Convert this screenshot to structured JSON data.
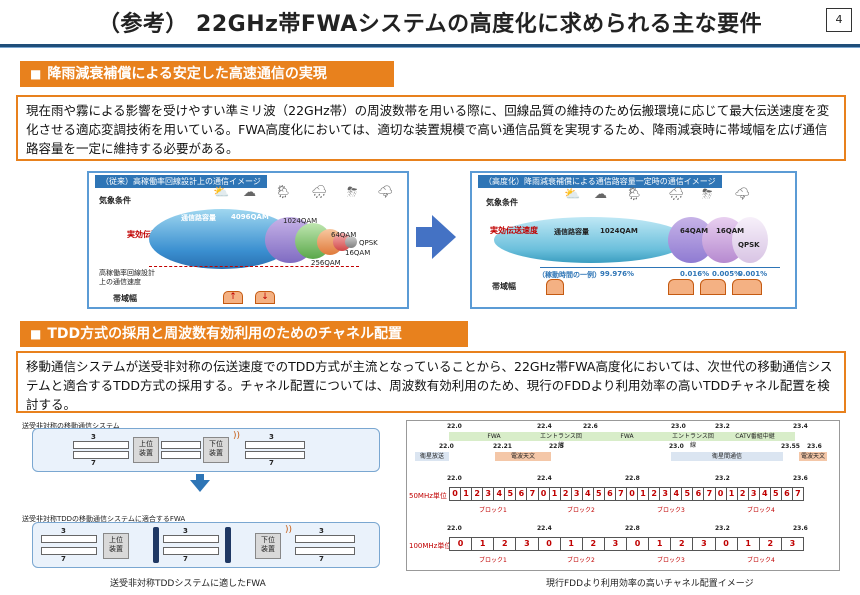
{
  "page": {
    "title": "（参考） 22GHz帯FWAシステムの高度化に求められる主な要件",
    "page_number": "4"
  },
  "section1": {
    "marker": "■",
    "heading": "降雨減衰補償による安定した高速通信の実現",
    "body": "現在雨や霧による影響を受けやすい準ミリ波（22GHz帯）の周波数帯を用いる際に、回線品質の維持のため伝搬環境に応じて最大伝送速度を変化させる適応変調技術を用いている。FWA高度化においては、適切な装置規模で高い通信品質を実現するため、降雨減衰時に帯域幅を広げ通信路容量を一定に維持する必要がある。"
  },
  "left_diagram": {
    "title": "（従来）高稼働率回線設計上の通信イメージ",
    "weather": "気象条件",
    "speed": "実効伝送速度",
    "capacity": "通信路容量",
    "mod1": "4096QAM",
    "mod2": "1024QAM",
    "mod3": "256QAM",
    "mod4": "64QAM",
    "mod5": "16QAM",
    "mod6": "QPSK",
    "design_note": "高稼働率回線設計上の通信速度",
    "bandwidth": "帯域幅"
  },
  "right_diagram": {
    "title": "（高度化）降雨減衰補償による通信路容量一定時の通信イメージ",
    "weather": "気象条件",
    "speed": "実効伝送速度",
    "capacity": "通信路容量",
    "mod1": "1024QAM",
    "mod2": "64QAM",
    "mod3": "16QAM",
    "mod4": "QPSK",
    "ratio_label": "（稼動時間の一例）",
    "p1": "99.976%",
    "p2": "0.016%",
    "p3": "0.005%",
    "p4": "0.001%",
    "bandwidth": "帯域幅"
  },
  "section2": {
    "marker": "■",
    "heading": "TDD方式の採用と周波数有効利用のためのチャネル配置",
    "body": "移動通信システムが送受非対称の伝送速度でのTDD方式が主流となっていることから、22GHz帯FWA高度化においては、次世代の移動通信システムと適合するTDD方式の採用する。チャネル配置については、周波数有効利用のため、現行のFDDより利用効率の高いTDDチャネル配置を検討する。"
  },
  "fwa_diagram": {
    "top_label": "送受非対称の移動通信システム",
    "bottom_label": "送受非対称TDDの移動通信システムに適合するFWA",
    "upper": "上位\n装置",
    "lower": "下位\n装置",
    "n3": "3",
    "n7": "7",
    "caption": "送受非対称TDDシステムに適したFWA"
  },
  "channel_diagram": {
    "caption": "現行FDDより利用効率の高いチャネル配置イメージ",
    "unit50": "50MHz単位",
    "unit100": "100MHz単位",
    "ticks": [
      "22.0",
      "22.4",
      "22.8",
      "23.2",
      "23.6"
    ],
    "top_ticks": [
      "22.0",
      "22.4",
      "22.6",
      "23.0",
      "23.2",
      "23.4"
    ],
    "mid_ticks": [
      "22.0",
      "22.21",
      "22.5",
      "23.0",
      "23.55",
      "23.6"
    ],
    "bands_top": [
      "FWA",
      "エントランス回線",
      "FWA",
      "エントランス回線",
      "CATV番組中継"
    ],
    "bands_mid": [
      "衛星放送",
      "電波天文",
      "衛星間通信",
      "電波天文"
    ],
    "row50": [
      "0",
      "1",
      "2",
      "3",
      "4",
      "5",
      "6",
      "7",
      "0",
      "1",
      "2",
      "3",
      "4",
      "5",
      "6",
      "7",
      "0",
      "1",
      "2",
      "3",
      "4",
      "5",
      "6",
      "7",
      "0",
      "1",
      "2",
      "3",
      "4",
      "5",
      "6",
      "7"
    ],
    "row100": [
      "0",
      "1",
      "2",
      "3",
      "0",
      "1",
      "2",
      "3",
      "0",
      "1",
      "2",
      "3",
      "0",
      "1",
      "2",
      "3"
    ],
    "blocks": [
      "ブロック1",
      "ブロック2",
      "ブロック3",
      "ブロック4"
    ]
  },
  "colors": {
    "accent": "#e8811d",
    "navy": "#1f4e79",
    "panel_border": "#5b9bd5",
    "arrow": "#4472c4",
    "channel_text": "#c00000"
  }
}
